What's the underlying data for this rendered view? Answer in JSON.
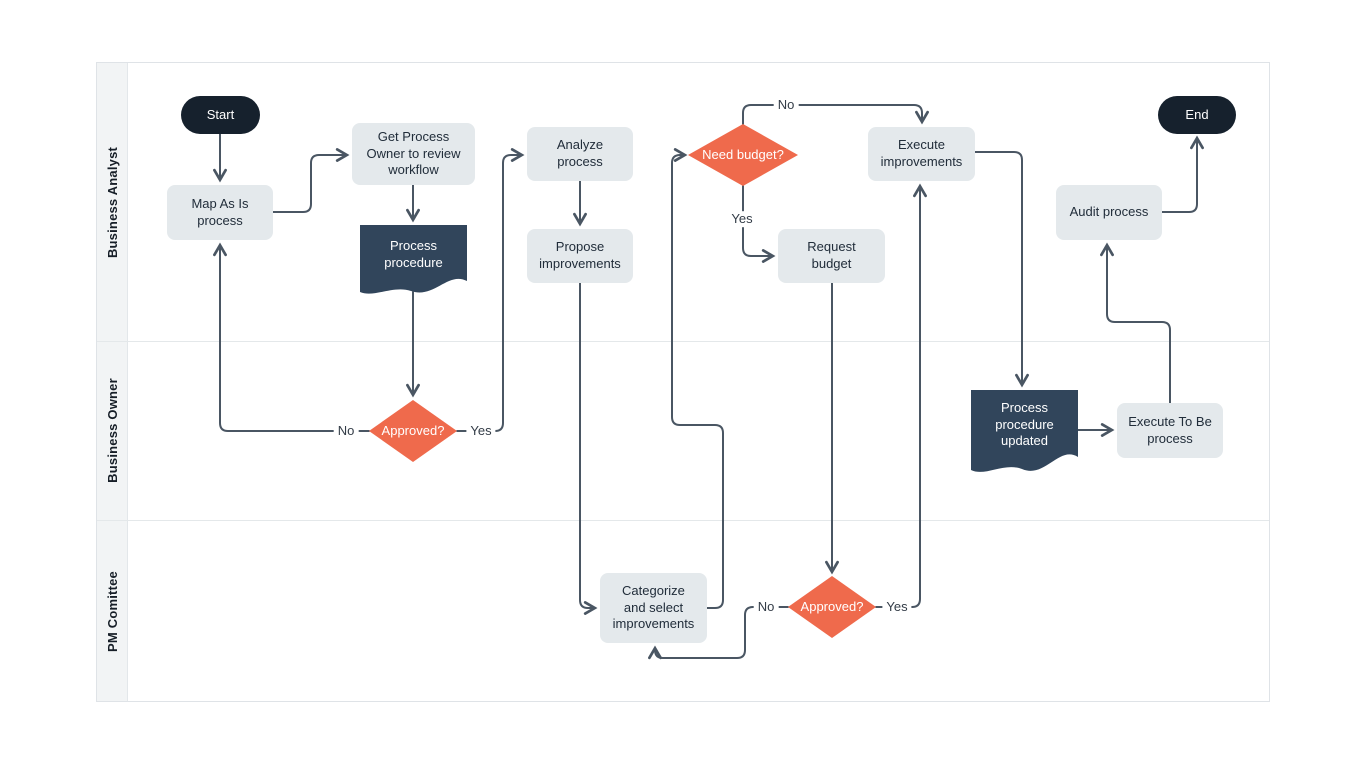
{
  "lanes": [
    {
      "label": "Business Analyst"
    },
    {
      "label": "Business Owner"
    },
    {
      "label": "PM Comittee"
    }
  ],
  "nodes": {
    "start": {
      "label": "Start",
      "type": "terminator"
    },
    "map_as_is": {
      "label": "Map As Is\nprocess",
      "type": "process"
    },
    "get_process_owner": {
      "label": "Get Process\nOwner to review\nworkflow",
      "type": "process"
    },
    "process_procedure": {
      "label": "Process\nprocedure",
      "type": "document"
    },
    "approved_owner": {
      "label": "Approved?",
      "type": "decision"
    },
    "analyze_process": {
      "label": "Analyze\nprocess",
      "type": "process"
    },
    "propose_improvements": {
      "label": "Propose\nimprovements",
      "type": "process"
    },
    "need_budget": {
      "label": "Need budget?",
      "type": "decision"
    },
    "request_budget": {
      "label": "Request\nbudget",
      "type": "process"
    },
    "execute_improvements": {
      "label": "Execute\nimprovements",
      "type": "process"
    },
    "audit_process": {
      "label": "Audit process",
      "type": "process"
    },
    "end": {
      "label": "End",
      "type": "terminator"
    },
    "process_procedure_updated": {
      "label": "Process\nprocedure\nupdated",
      "type": "document"
    },
    "execute_to_be": {
      "label": "Execute To Be\nprocess",
      "type": "process"
    },
    "categorize_select": {
      "label": "Categorize\nand select\nimprovements",
      "type": "process"
    },
    "approved_pm": {
      "label": "Approved?",
      "type": "decision"
    }
  },
  "edge_labels": {
    "approved_owner_no": "No",
    "approved_owner_yes": "Yes",
    "need_budget_no": "No",
    "need_budget_yes": "Yes",
    "approved_pm_no": "No",
    "approved_pm_yes": "Yes"
  },
  "colors": {
    "terminator_fill": "#16212d",
    "process_fill": "#e4e9ec",
    "decision_fill": "#ef6a4c",
    "document_fill": "#31455b",
    "connector": "#4a5663",
    "lane_strip": "#f2f4f5"
  }
}
